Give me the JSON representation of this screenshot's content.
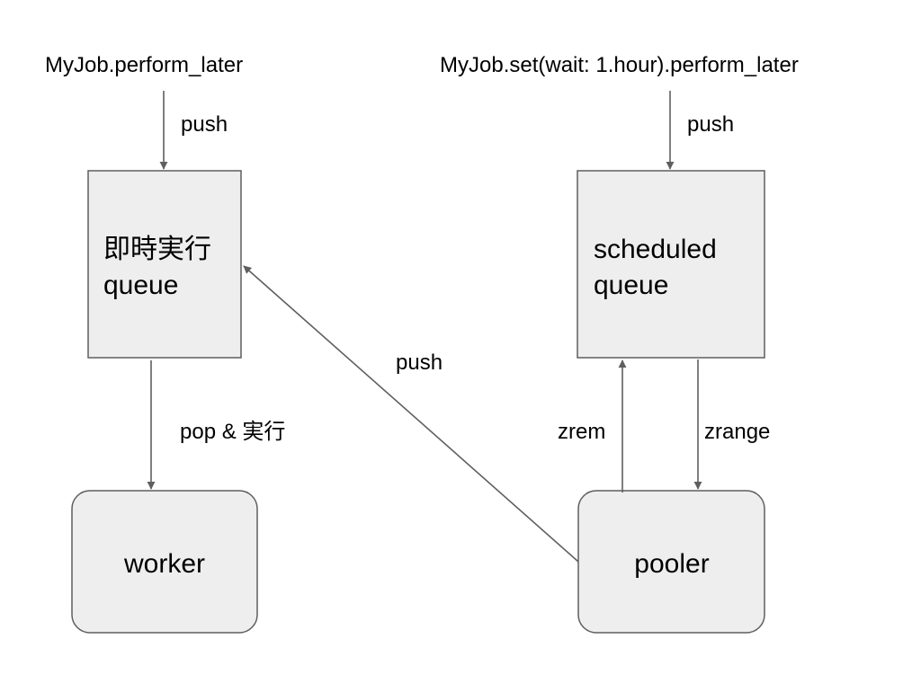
{
  "sources": {
    "immediate": "MyJob.perform_later",
    "scheduled": "MyJob.set(wait: 1.hour).perform_later"
  },
  "nodes": {
    "immediate_queue": {
      "line1": "即時実行",
      "line2": "queue"
    },
    "scheduled_queue": {
      "line1": "scheduled",
      "line2": "queue"
    },
    "worker": "worker",
    "pooler": "pooler"
  },
  "edges": {
    "push_immediate": "push",
    "push_scheduled": "push",
    "pop_execute": "pop & 実行",
    "pooler_push": "push",
    "zrem": "zrem",
    "zrange": "zrange"
  },
  "colors": {
    "node_fill": "#eeeeee",
    "stroke": "#5f5f5f",
    "text": "#000000"
  }
}
